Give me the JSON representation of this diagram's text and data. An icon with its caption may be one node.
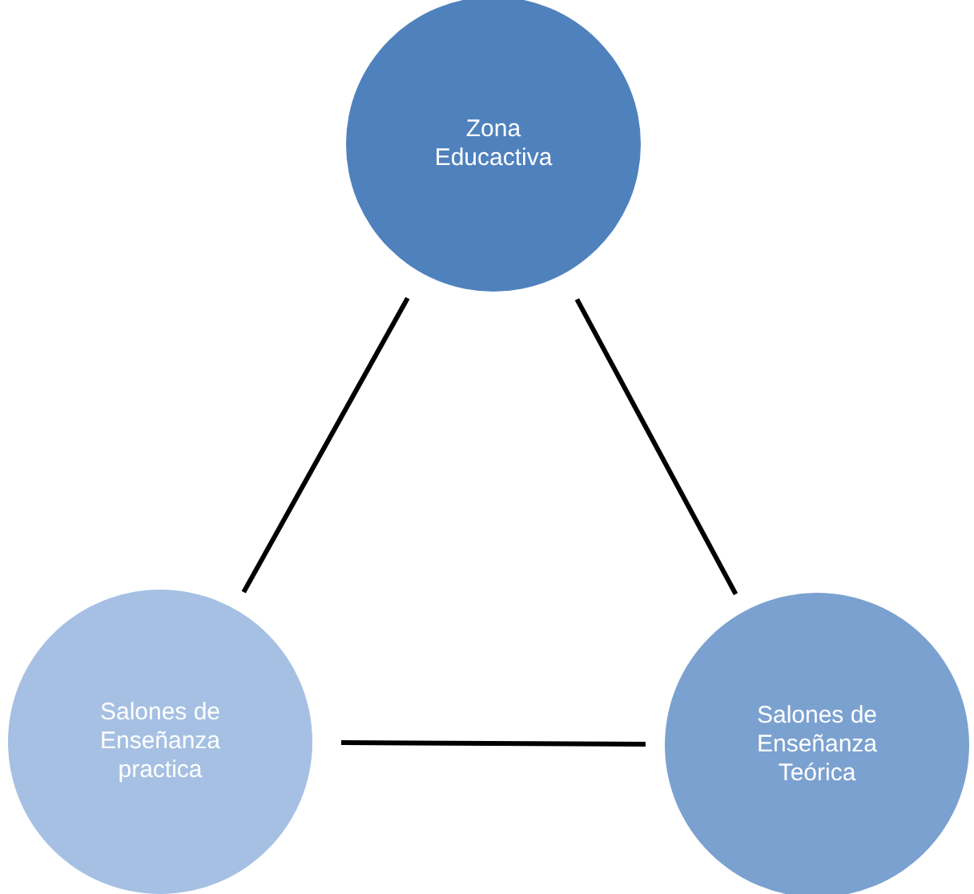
{
  "diagram": {
    "nodes": [
      {
        "text": [
          "Zona Educactiva"
        ]
      },
      {
        "text": [
          "Salones de Enseñanza practica"
        ]
      },
      {
        "text": [
          "Salones de Enseñanza Teórica"
        ]
      }
    ],
    "edges": [
      {
        "from": 0,
        "to": 1,
        "arrow": "none"
      },
      {
        "from": 0,
        "to": 2,
        "arrow": "none"
      },
      {
        "from": 1,
        "to": 2,
        "arrow": "none"
      }
    ]
  }
}
